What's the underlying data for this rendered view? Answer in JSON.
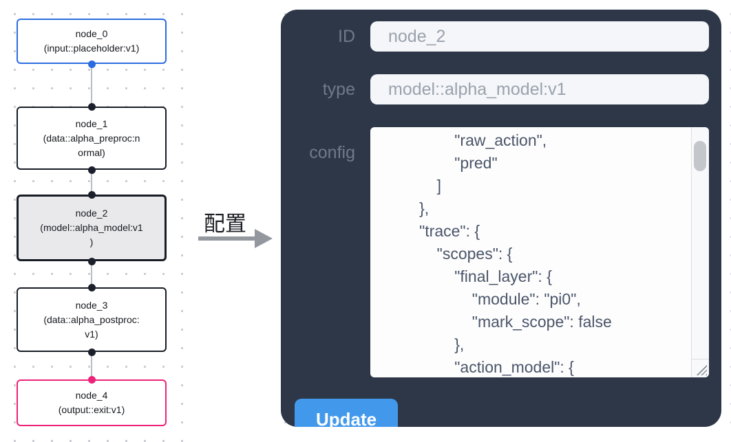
{
  "canvas": {
    "nodes": [
      {
        "title": "node_0",
        "subtitle_lines": [
          "(input::placeholder:v1)"
        ]
      },
      {
        "title": "node_1",
        "subtitle_lines": [
          "(data::alpha_preproc:n",
          "ormal)"
        ]
      },
      {
        "title": "node_2",
        "subtitle_lines": [
          "(model::alpha_model:v1",
          ")"
        ]
      },
      {
        "title": "node_3",
        "subtitle_lines": [
          "(data::alpha_postproc:",
          "v1)"
        ]
      },
      {
        "title": "node_4",
        "subtitle_lines": [
          "(output::exit:v1)"
        ]
      }
    ],
    "colors": {
      "input_node_accent": "#2b6ce0",
      "output_node_accent": "#ed2278",
      "node_border": "#171c24",
      "selected_node_fill": "#e9e9ec",
      "edge": "#b9bdc4",
      "handle_dark": "#1a1f2b"
    }
  },
  "annotation": {
    "label": "配置"
  },
  "panel": {
    "id_label": "ID",
    "id_value": "node_2",
    "type_label": "type",
    "type_value": "model::alpha_model:v1",
    "config_label": "config",
    "config_lines": [
      "                \"raw_action\",",
      "                \"pred\"",
      "            ]",
      "        },",
      "        \"trace\": {",
      "            \"scopes\": {",
      "                \"final_layer\": {",
      "                    \"module\": \"pi0\",",
      "                    \"mark_scope\": false",
      "                },",
      "                \"action_model\": {"
    ],
    "update_label": "Update",
    "colors": {
      "panel_bg": "#2d3748",
      "button": "#4299eb"
    }
  }
}
